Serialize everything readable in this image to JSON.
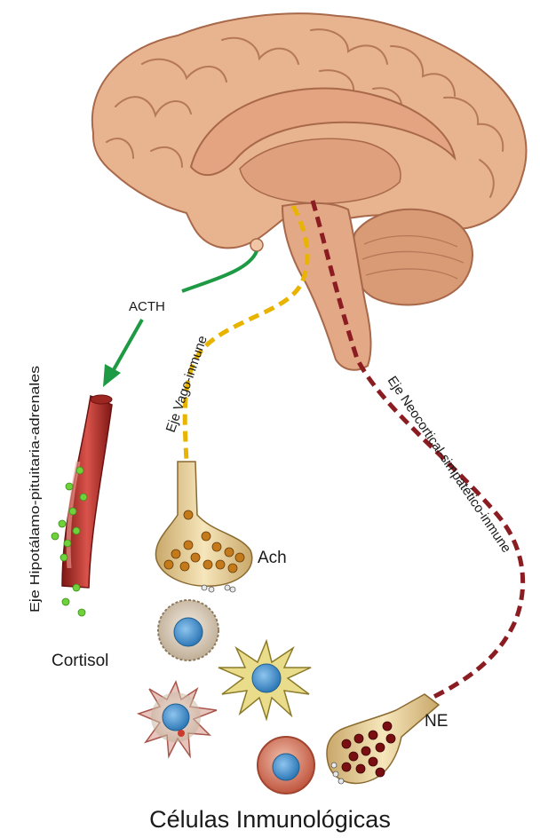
{
  "labels": {
    "acth": "ACTH",
    "vagal_axis": "Eje Vago-inmune",
    "hpa_axis": "Eje Hipotálamo-pituitaria-adrenales",
    "sympathetic_axis": "Eje Neocortical-simpatético-inmune",
    "ach": "Ach",
    "ne": "NE",
    "cortisol": "Cortisol",
    "caption": "Células Inmunológicas"
  },
  "colors": {
    "acth_pathway": "#1e9a45",
    "vagal_pathway": "#e8b400",
    "sympathetic_pathway": "#8a1c22",
    "brain": "#e8b48f",
    "blood_vessel": "#b6332c",
    "cortisol_particles": "#6fd23a",
    "cell_nucleus": "#3d8fc9"
  },
  "icons": [
    "brain-illustration",
    "blood-vessel-icon",
    "nerve-terminal-icon",
    "immune-cell-icon"
  ]
}
